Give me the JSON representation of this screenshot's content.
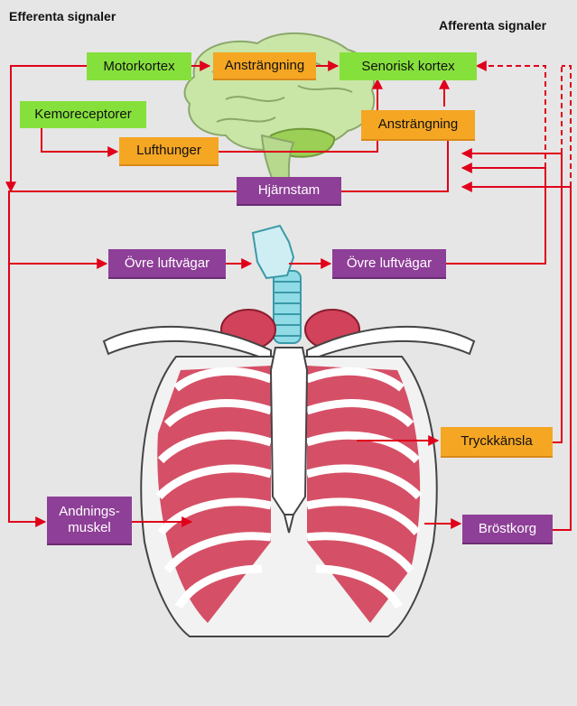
{
  "titles": {
    "left": "Efferenta signaler",
    "right": "Afferenta signaler"
  },
  "boxes": {
    "motorkortex": "Motorkortex",
    "anstrangning_top": "Ansträngning",
    "senorisk_kortex": "Senorisk kortex",
    "kemoreceptorer": "Kemoreceptorer",
    "anstrangning_right": "Ansträngning",
    "lufthunger": "Lufthunger",
    "hjarnstam": "Hjärnstam",
    "ovre_luftvagar_left": "Övre luftvägar",
    "ovre_luftvagar_right": "Övre luftvägar",
    "tryckkansla": "Tryckkänsla",
    "andningsmuskel": "Andnings-\nmuskel",
    "brostkorg": "Bröstkorg"
  },
  "colors": {
    "green": "#86e03c",
    "orange": "#f5a623",
    "purple": "#8e3f97",
    "arrow": "#e0001a",
    "muscle": "#d2425a"
  }
}
